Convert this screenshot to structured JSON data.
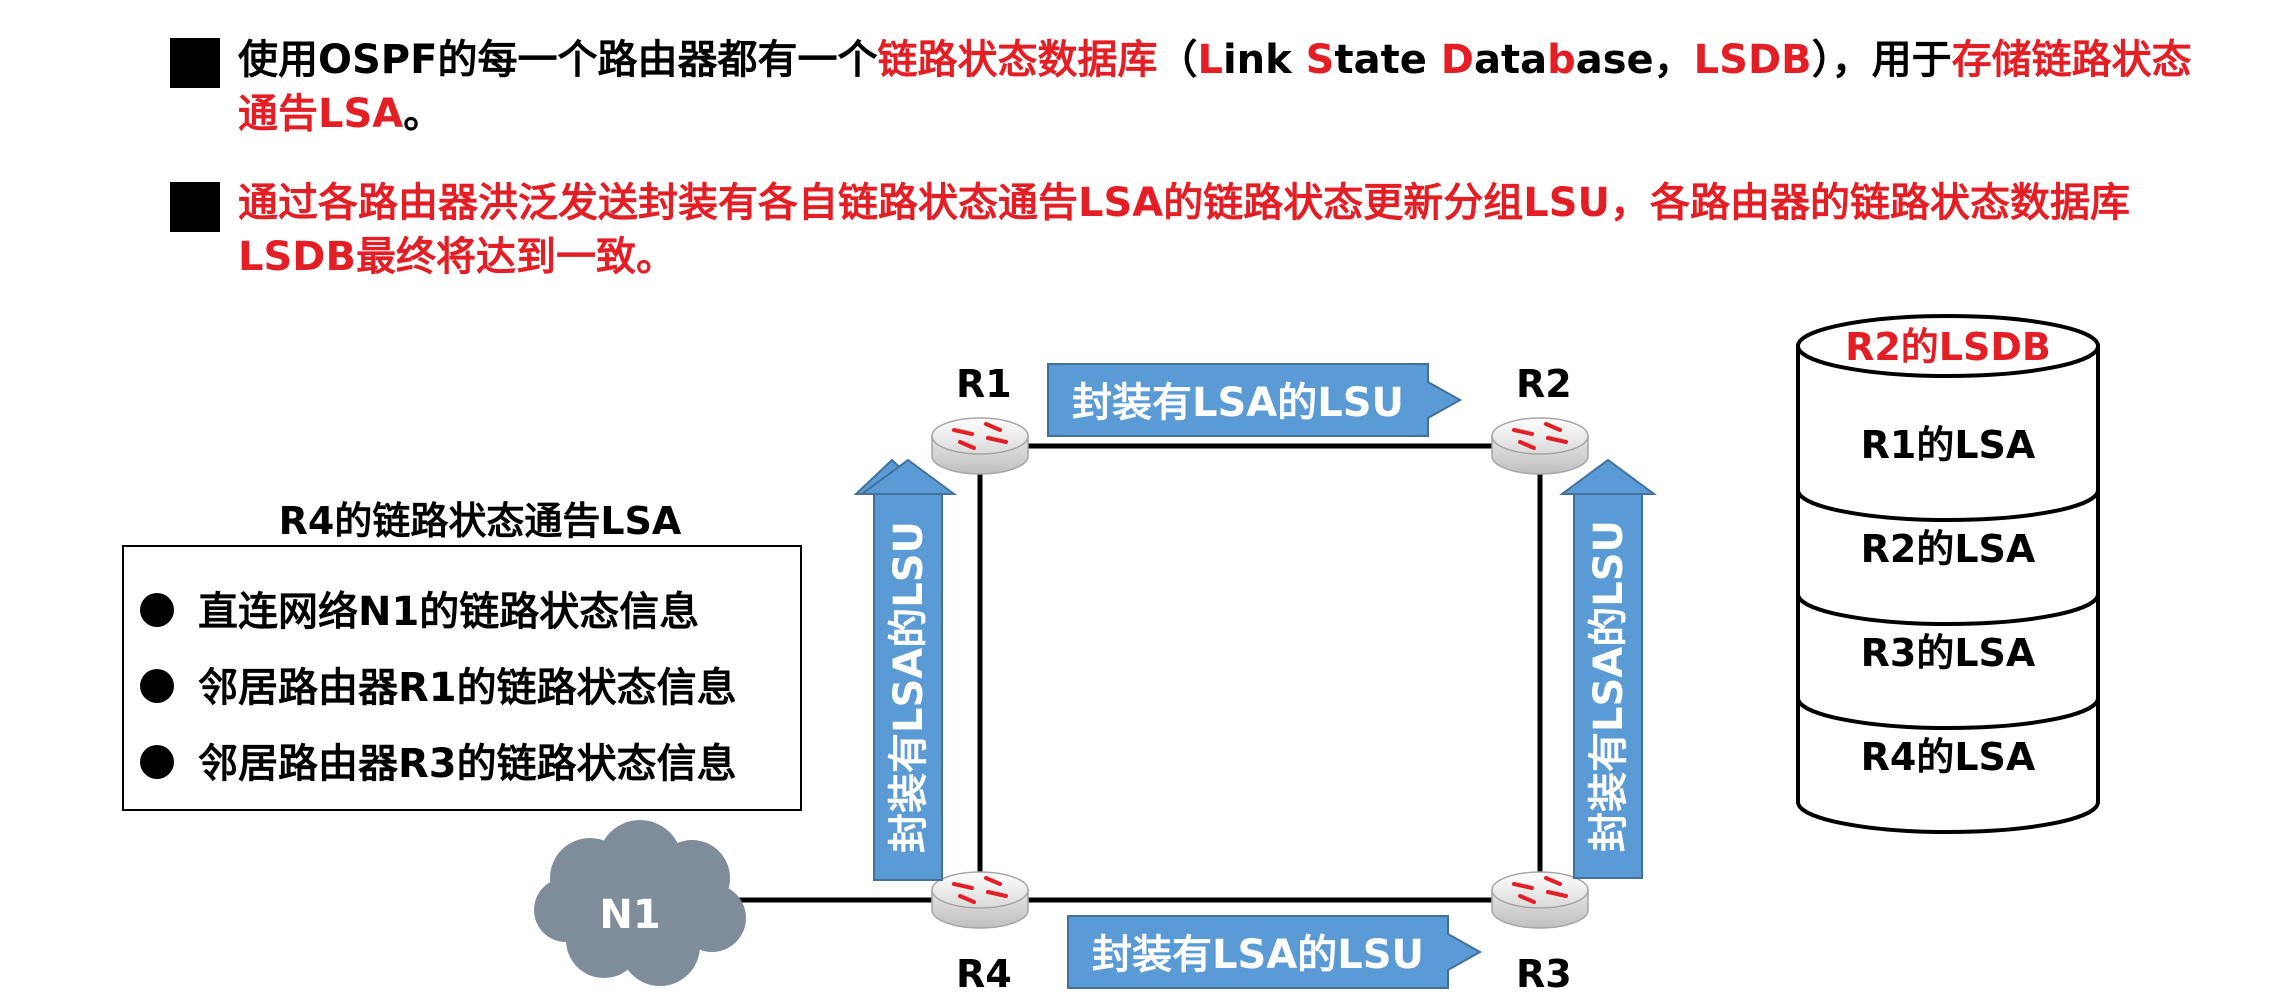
{
  "bullets": [
    {
      "segments": [
        {
          "text": "使用OSPF的每一个路由器都有一个",
          "color": "black"
        },
        {
          "text": "链路状态数据库",
          "color": "red"
        },
        {
          "text": "（",
          "color": "black"
        },
        {
          "text": "L",
          "color": "red"
        },
        {
          "text": "ink ",
          "color": "black"
        },
        {
          "text": "S",
          "color": "red"
        },
        {
          "text": "tate ",
          "color": "black"
        },
        {
          "text": "D",
          "color": "red"
        },
        {
          "text": "ata",
          "color": "black"
        },
        {
          "text": "b",
          "color": "red"
        },
        {
          "text": "ase，",
          "color": "black"
        },
        {
          "text": "LSDB",
          "color": "red"
        },
        {
          "text": "），用于",
          "color": "black"
        },
        {
          "text": "存储链路状态通告LSA",
          "color": "red"
        },
        {
          "text": "。",
          "color": "black"
        }
      ]
    },
    {
      "segments": [
        {
          "text": "通过各路由器洪泛发送封装有各自链路状态通告LSA的链路状态更新分组LSU，各路由器的链路状态数据库LSDB最终将达到一致。",
          "color": "red"
        }
      ]
    }
  ],
  "routers": {
    "r1": "R1",
    "r2": "R2",
    "r3": "R3",
    "r4": "R4"
  },
  "network": "N1",
  "lsu_label": "封装有LSA的LSU",
  "lsa_box": {
    "title": "R4的链路状态通告LSA",
    "items": [
      "直连网络N1的链路状态信息",
      "邻居路由器R1的链路状态信息",
      "邻居路由器R3的链路状态信息"
    ]
  },
  "lsdb": {
    "title": "R2的LSDB",
    "entries": [
      "R1的LSA",
      "R2的LSA",
      "R3的LSA",
      "R4的LSA"
    ]
  },
  "colors": {
    "red": "#e31e24",
    "arrow_fill": "#5b9bd5",
    "cloud": "#7f8c9a"
  }
}
